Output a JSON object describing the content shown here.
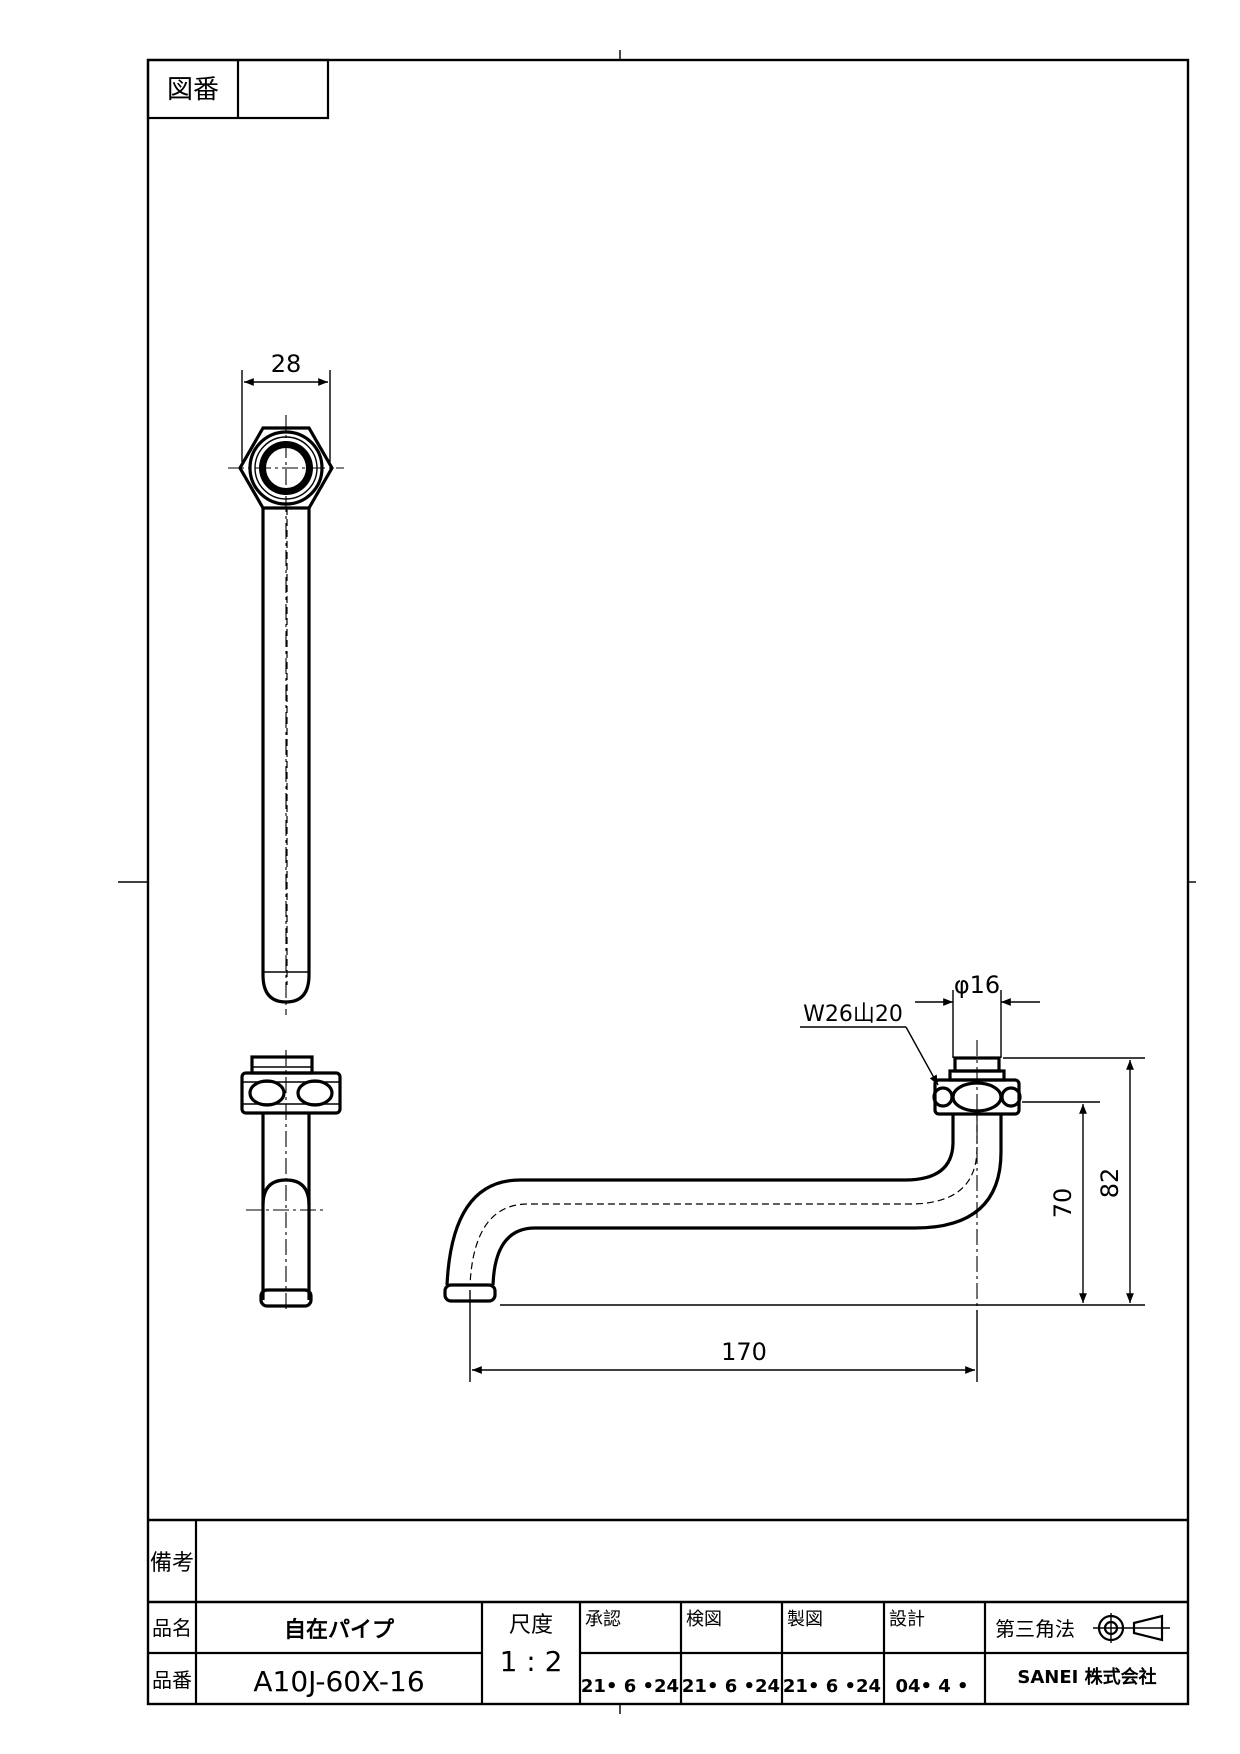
{
  "drawing_number": {
    "label": "図番",
    "value": ""
  },
  "dimensions": {
    "hex_width": "28",
    "pipe_diameter": "φ16",
    "thread": "W26山20",
    "height_70": "70",
    "height_82": "82",
    "length": "170"
  },
  "title_block": {
    "remarks_label": "備考",
    "remarks_value": "",
    "product_name_label": "品名",
    "product_name": "自在パイプ",
    "product_number_label": "品番",
    "product_number": "A10J-60X-16",
    "scale_label": "尺度",
    "scale_value": "1 : 2",
    "approved_label": "承認",
    "approved_date": "21• 6 •24",
    "checked_label": "検図",
    "checked_date": "21• 6 •24",
    "drawn_label": "製図",
    "drawn_date": "21• 6 •24",
    "design_label": "設計",
    "design_date": "04• 4 •",
    "projection_label": "第三角法",
    "company": "SANEI 株式会社"
  },
  "colors": {
    "line": "#000000",
    "background": "#ffffff"
  }
}
